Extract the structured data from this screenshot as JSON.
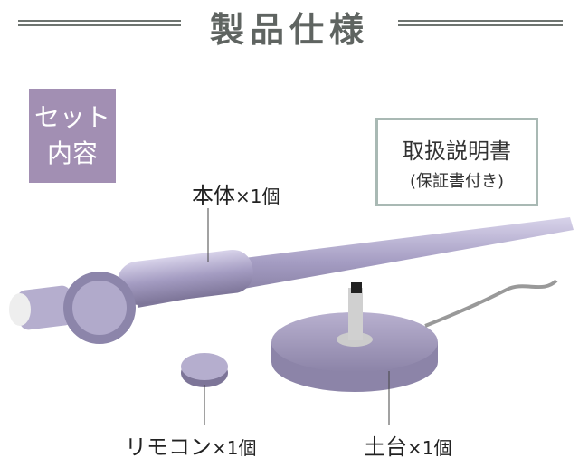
{
  "title": "製品仕様",
  "set_contents_badge": {
    "line1": "セット",
    "line2": "内容"
  },
  "manual": {
    "line1": "取扱説明書",
    "line2": "(保証書付き)"
  },
  "items": {
    "body": {
      "name": "本体",
      "qty": "×1個"
    },
    "remote": {
      "name": "リモコン",
      "qty": "×1個"
    },
    "base": {
      "name": "土台",
      "qty": "×1個"
    }
  },
  "colors": {
    "accent": "#a28fb3",
    "title": "#5f6461",
    "frame": "#a9b9b4",
    "product": "#9c95b8"
  }
}
